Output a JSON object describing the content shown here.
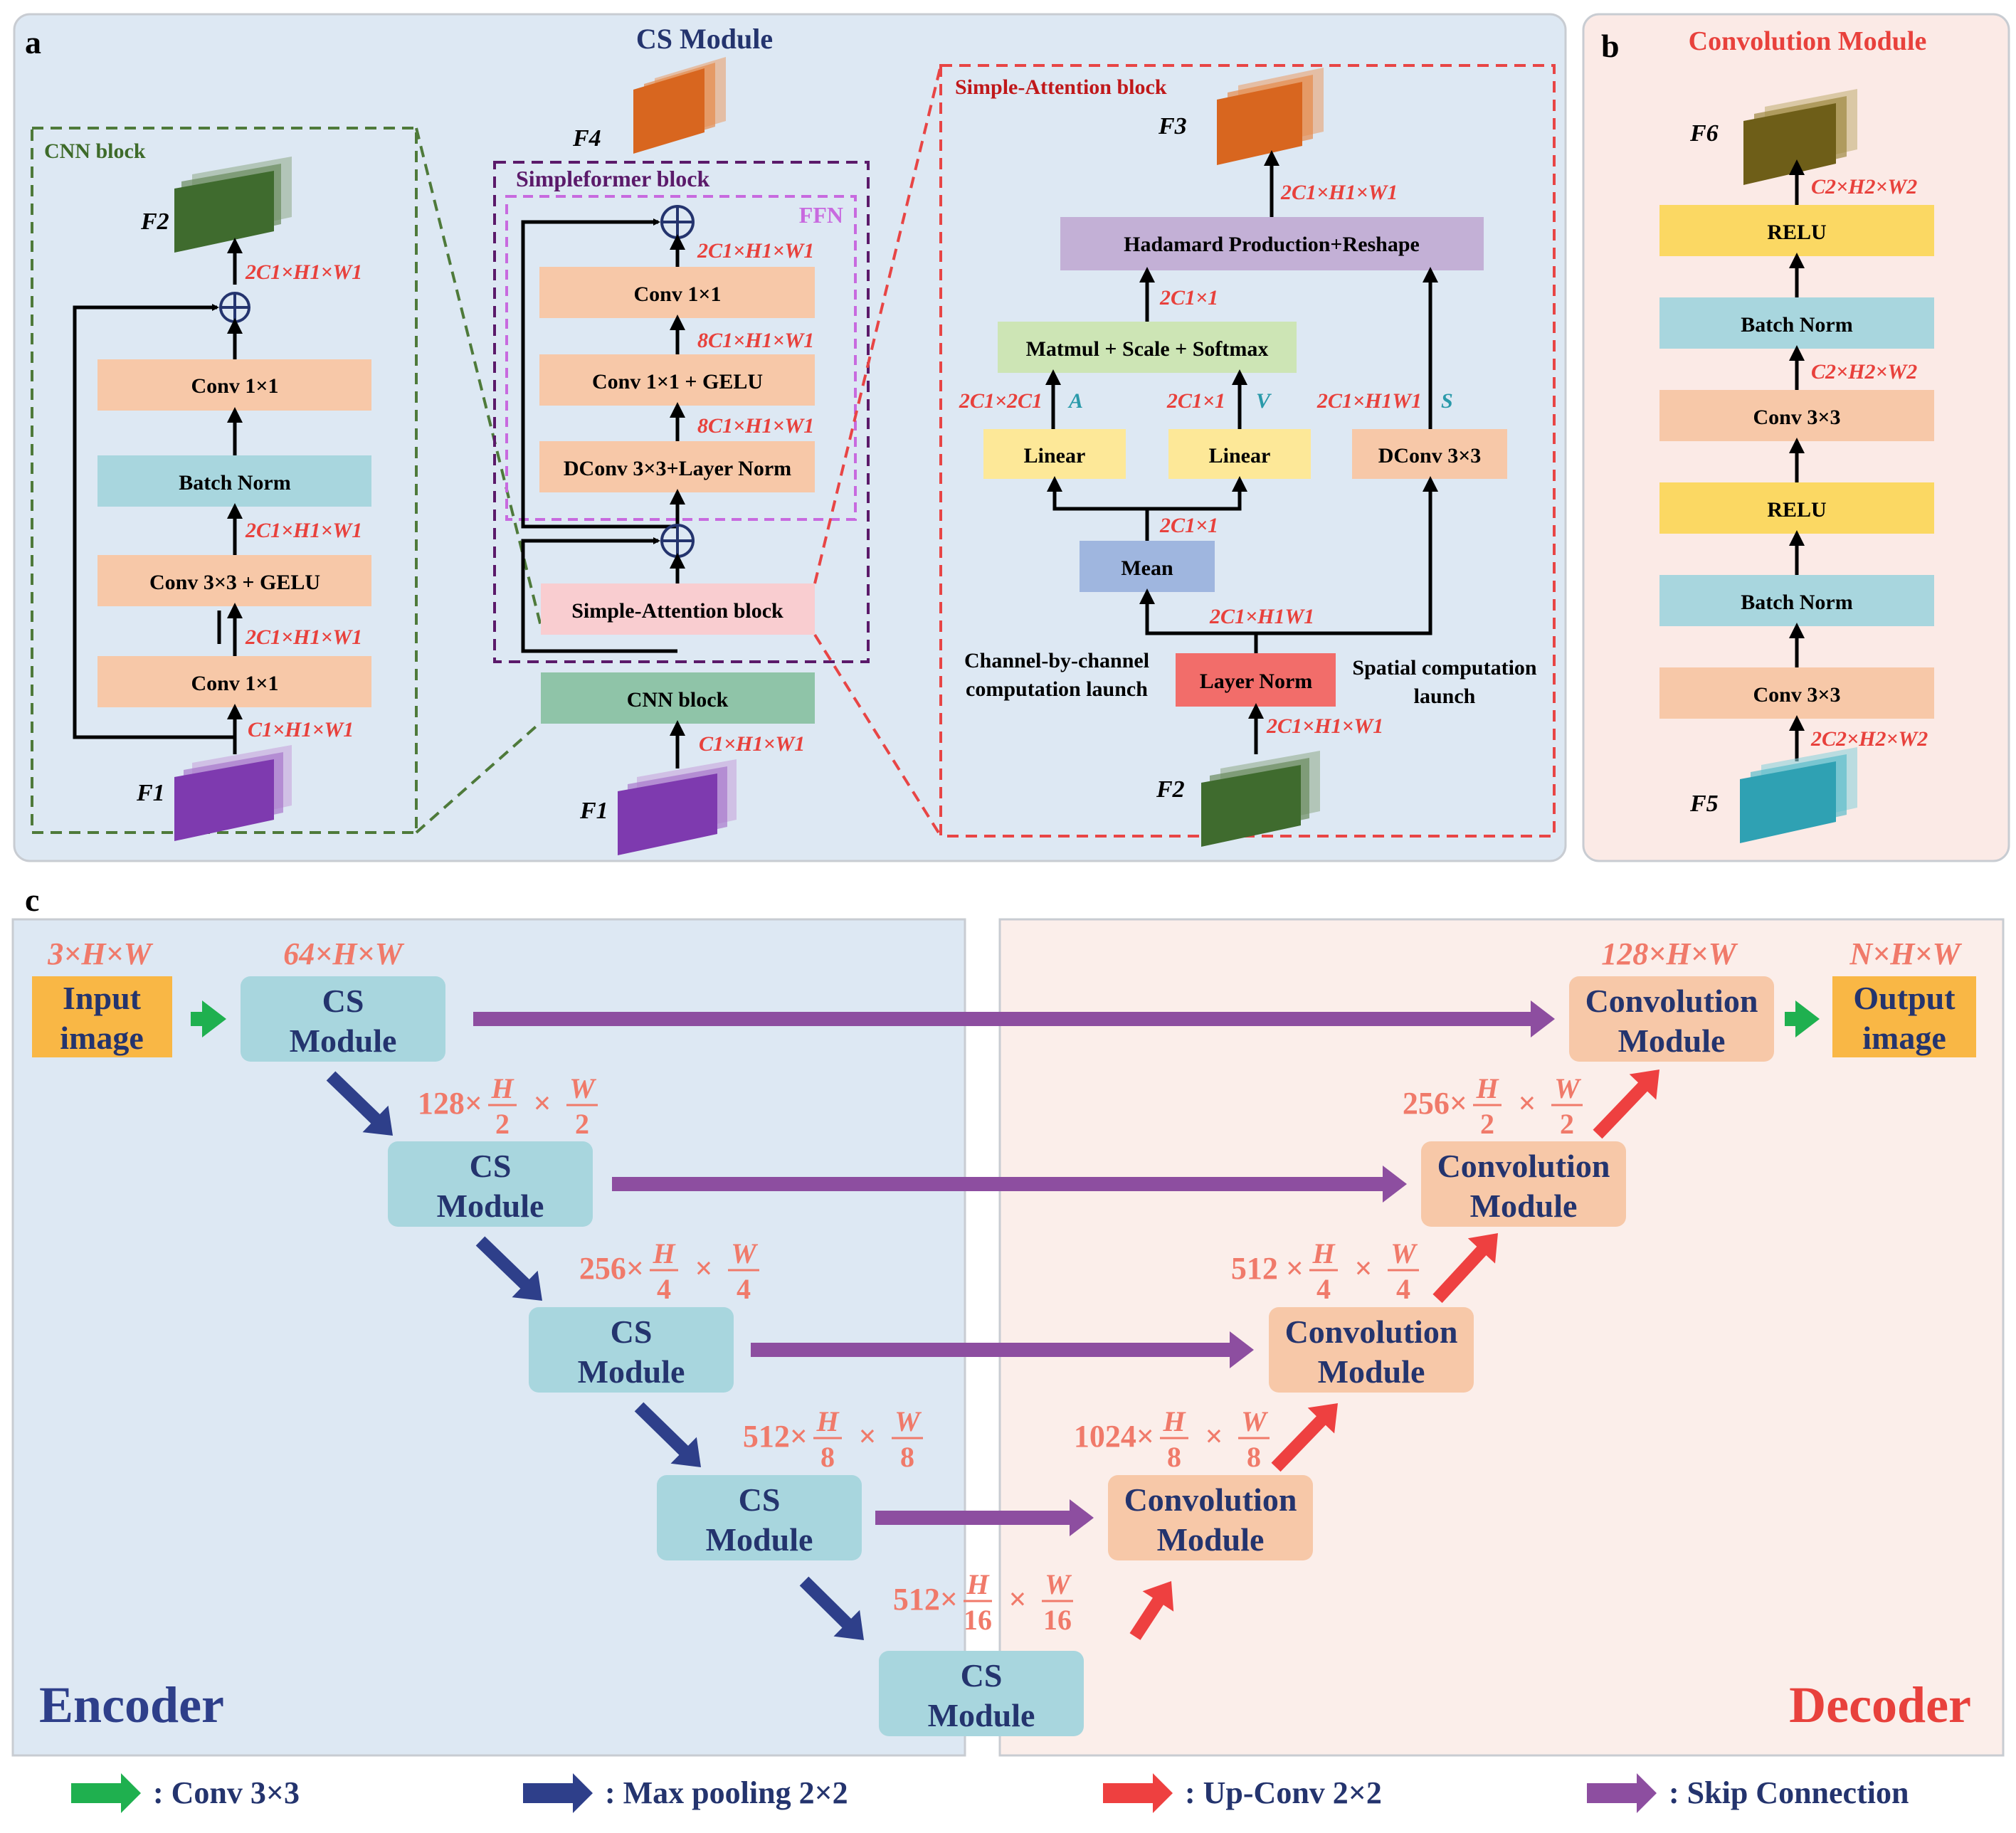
{
  "panel_a": {
    "letter": "a",
    "title": "CS Module",
    "f4_label": "F4",
    "cnn_block": {
      "title": "CNN block",
      "f2_label": "F2",
      "f1_label": "F1",
      "dim_top": "2C1×H1×W1",
      "conv1x1_top": "Conv 1×1",
      "batch_norm": "Batch Norm",
      "dim_mid": "2C1×H1×W1",
      "conv3x3_gelu": "Conv 3×3 + GELU",
      "dim_low": "2C1×H1×W1",
      "conv1x1_bottom": "Conv 1×1",
      "dim_in": "C1×H1×W1"
    },
    "simpleformer": {
      "title": "Simpleformer block",
      "ffn_label": "FFN",
      "dim_ffn_out": "2C1×H1×W1",
      "conv1x1": "Conv 1×1",
      "dim_8c_a": "8C1×H1×W1",
      "conv1x1_gelu": "Conv 1×1 + GELU",
      "dim_8c_b": "8C1×H1×W1",
      "dconv_ln": "DConv 3×3+Layer Norm",
      "simple_attention": "Simple-Attention block",
      "cnn_block": "CNN block",
      "dim_in": "C1×H1×W1",
      "f1_label": "F1"
    },
    "attention": {
      "title": "Simple-Attention block",
      "f3_label": "F3",
      "dim_out": "2C1×H1×W1",
      "hadamard": "Hadamard Production+Reshape",
      "dim_2c1x1_top": "2C1×1",
      "matmul": "Matmul + Scale + Softmax",
      "dim_2c1x2c1": "2C1×2C1",
      "a_label": "A",
      "dim_2c1x1_v": "2C1×1",
      "v_label": "V",
      "dim_2c1h1w1": "2C1×H1W1",
      "s_label": "S",
      "linear_a": "Linear",
      "linear_v": "Linear",
      "dconv": "DConv 3×3",
      "dim_mean": "2C1×1",
      "mean": "Mean",
      "dim_ln_out": "2C1×H1W1",
      "channel_launch_1": "Channel-by-channel",
      "channel_launch_2": "computation launch",
      "layer_norm": "Layer Norm",
      "spatial_launch_1": "Spatial computation",
      "spatial_launch_2": "launch",
      "dim_in": "2C1×H1×W1",
      "f2_label": "F2"
    }
  },
  "panel_b": {
    "letter": "b",
    "title": "Convolution Module",
    "f6_label": "F6",
    "dim_out": "C2×H2×W2",
    "relu_top": "RELU",
    "batch_norm_top": "Batch Norm",
    "dim_mid": "C2×H2×W2",
    "conv_top": "Conv 3×3",
    "relu_bottom": "RELU",
    "batch_norm_bottom": "Batch Norm",
    "conv_bottom": "Conv 3×3",
    "dim_in": "2C2×H2×W2",
    "f5_label": "F5"
  },
  "panel_c": {
    "letter": "c",
    "encoder_label": "Encoder",
    "decoder_label": "Decoder",
    "input_dim": "3×H×W",
    "input_line1": "Input",
    "input_line2": "image",
    "output_dim": "N×H×W",
    "output_line1": "Output",
    "output_line2": "image",
    "cs_line1": "CS",
    "cs_line2": "Module",
    "conv_line1": "Convolution",
    "conv_line2": "Module",
    "enc_dim_1": "64×H×W",
    "enc_dim_2": "128×",
    "enc_dim_3": "256×",
    "enc_dim_4": "512×",
    "enc_dim_5": "512×",
    "dec_dim_1": "128×H×W",
    "dec_dim_2": "256×",
    "dec_dim_3": "512 ×",
    "dec_dim_4": "1024×",
    "frac_h": "H",
    "frac_w": "W",
    "den_2": "2",
    "den_4": "4",
    "den_8": "8",
    "den_16": "16",
    "times": "×"
  },
  "legend": {
    "conv": ": Conv 3×3",
    "maxpool": ": Max pooling 2×2",
    "upconv": ": Up-Conv 2×2",
    "skip": ": Skip Connection"
  },
  "colors": {
    "bg_blue": "#dde8f3",
    "bg_pink": "#fbeae6",
    "orange_box": "#f7c8a8",
    "teal_box": "#a8d6de",
    "yellow_box": "#fbd863",
    "purple_box": "#c3b0d6",
    "green_box": "#cde5b5",
    "blue_box": "#9fb6df",
    "red_box": "#f26d6a",
    "pink_box": "#f9cdd0",
    "dim_red": "#e8413c",
    "navy": "#2e3f8a",
    "green_arrow": "#1fb04f",
    "red_arrow": "#ee4040",
    "purple_arrow": "#8d4ea0"
  }
}
